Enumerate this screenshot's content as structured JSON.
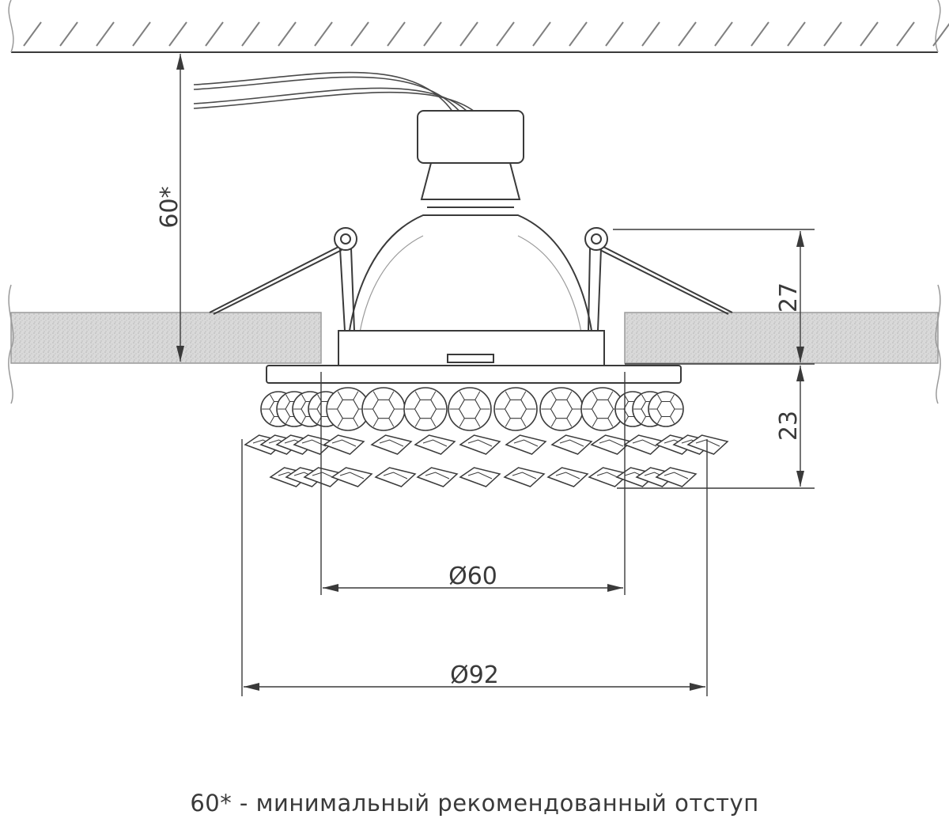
{
  "dimensions": {
    "min_offset": "60*",
    "spring_height": "27",
    "frame_height": "23",
    "cutout_diameter": "Ø60",
    "outer_diameter": "Ø92"
  },
  "footnote": "60* - минимальный рекомендованный отступ",
  "colors": {
    "line": "#3a3a3a",
    "hatch": "#808080",
    "ceiling_fill": "#d6d6d6",
    "background": "#ffffff"
  }
}
